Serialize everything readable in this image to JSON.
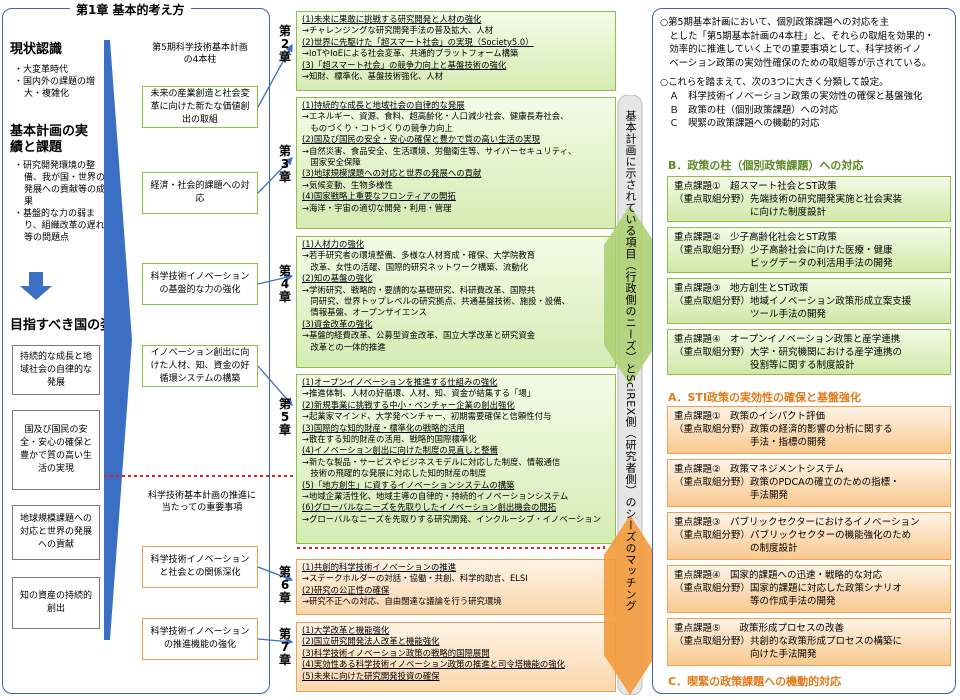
{
  "left": {
    "title": "第1章 基本的考え方",
    "genjo": {
      "heading": "現状認識",
      "items": [
        "大変革時代",
        "国内外の課題の増大・複雑化"
      ]
    },
    "kihon": {
      "heading": "基本計画の実績と課題",
      "items": [
        "研究開発環境の整備、我が国・世界の発展への貢献等の成果",
        "基盤的な力の弱まり、組織改革の遅れ等の問題点"
      ]
    },
    "goal": {
      "heading": "目指すべき国の姿",
      "boxes": [
        "持続的な成長と地域社会の自律的な発展",
        "国及び国民の安全・安心の確保と豊かで質の高い生活の実現",
        "地球規模課題への対応と世界の発展への貢献",
        "知の資産の持続的創出"
      ]
    }
  },
  "middle": {
    "header": "第5期科学技術基本計画の4本柱",
    "pillars": [
      "未来の産業創造と社会変革に向けた新たな価値創出の取組",
      "経済・社会的課題への対応",
      "科学技術イノベーションの基盤的な力の強化",
      "イノベーション創出に向けた人材、知、資金の好循環システムの構築"
    ],
    "promotion_header": "科学技術基本計画の推進に当たっての重要事項",
    "promotion": [
      "科学技術イノベーションと社会との関係深化",
      "科学技術イノベーションの推進機能の強化"
    ]
  },
  "chapters": [
    {
      "label": "第2章",
      "lines": [
        {
          "t": "(1)未来に果敢に挑戦する研究開発と人材の強化",
          "u": true
        },
        {
          "t": "→チャレンジングな研究開発手法の普及拡大、人材",
          "u": false
        },
        {
          "t": "(2)世界に先駆けた「超スマート社会」の実現（Society5.0）",
          "u": true
        },
        {
          "t": "→IoTやIoEによる社会変革、共通的プラットフォーム構築",
          "u": false
        },
        {
          "t": "(3)「超スマート社会」の競争力向上と基盤技術の強化",
          "u": true
        },
        {
          "t": "→知財、標準化、基盤技術強化、人材",
          "u": false
        }
      ]
    },
    {
      "label": "第3章",
      "lines": [
        {
          "t": "(1)持続的な成長と地域社会の自律的な発展",
          "u": true
        },
        {
          "t": "→エネルギー、資源、食料、超高齢化・人口減少社会、健康長寿社会、",
          "u": false
        },
        {
          "t": "　ものづくり・コトづくりの競争力向上",
          "u": false
        },
        {
          "t": "(2)国及び国民の安全・安心の確保と豊かで質の高い生活の実現",
          "u": true
        },
        {
          "t": "→自然災害、食品安全、生活環境、労働衛生等、サイバーセキュリティ、",
          "u": false
        },
        {
          "t": "　国家安全保障",
          "u": false
        },
        {
          "t": "(3)地球規模課題への対応と世界の発展への貢献",
          "u": true
        },
        {
          "t": "→気候変動、生物多様性",
          "u": false
        },
        {
          "t": "(4)国家戦略上重要なフロンティアの開拓",
          "u": true
        },
        {
          "t": "→海洋・宇宙の適切な開発・利用・管理",
          "u": false
        }
      ]
    },
    {
      "label": "第4章",
      "lines": [
        {
          "t": "(1)人材力の強化",
          "u": true
        },
        {
          "t": "→若手研究者の環境整備、多様な人材育成・確保、大学院教育",
          "u": false
        },
        {
          "t": "　改革、女性の活躍、国際的研究ネットワーク構築、流動化",
          "u": false
        },
        {
          "t": "(2)知の基盤の強化",
          "u": true
        },
        {
          "t": "→学術研究、戦略的・要請的な基礎研究、科研費改革、国際共",
          "u": false
        },
        {
          "t": "　同研究、世界トップレベルの研究拠点、共通基盤技術、施設・設備、",
          "u": false
        },
        {
          "t": "　情報基盤、オープンサイエンス",
          "u": false
        },
        {
          "t": "(3)資金改革の強化",
          "u": true
        },
        {
          "t": "→基盤的経費改革、公募型資金改革、国立大学改革と研究資金",
          "u": false
        },
        {
          "t": "　改革との一体的推進",
          "u": false
        }
      ]
    },
    {
      "label": "第5章",
      "lines": [
        {
          "t": "(1)オープンイノベーションを推進する仕組みの強化",
          "u": true
        },
        {
          "t": "→推進体制、人材の好循環、人材、知、資金が結集する「場」",
          "u": false
        },
        {
          "t": "(2)新規事業に挑戦する中小・ベンチャー企業の創出強化",
          "u": true
        },
        {
          "t": "→起業家マインド、大学発ベンチャー、初期需要確保と信頼性付与",
          "u": false
        },
        {
          "t": "(3)国際的な知的財産・標準化の戦略的活用",
          "u": true
        },
        {
          "t": "→散在する知的財産の活用、戦略的国際標準化",
          "u": false
        },
        {
          "t": "(4)イノベーション創出に向けた制度の見直しと整備",
          "u": true
        },
        {
          "t": "→新たな製品・サービスやビジネスモデルに対応した制度、情報通信",
          "u": false
        },
        {
          "t": "　技術の飛躍的な発展に対応した知的財産の制度",
          "u": false
        },
        {
          "t": "(5)「地方創生」に資するイノベーションシステムの構築",
          "u": true
        },
        {
          "t": "→地域企業活性化、地域主導の自律的・持続的イノベーションシステム",
          "u": false
        },
        {
          "t": "(6)グローバルなニーズを先取りしたイノベーション創出機会の開拓",
          "u": true
        },
        {
          "t": "→グローバルなニーズを先取りする研究開発、インクルーシブ・イノベーション",
          "u": false
        }
      ]
    },
    {
      "label": "第6章",
      "lines": [
        {
          "t": "(1)共創的科学技術イノベーションの推進",
          "u": true
        },
        {
          "t": "→ステークホルダーの対話・協働・共創、科学的助言、ELSI",
          "u": false
        },
        {
          "t": "(2)研究の公正性の確保",
          "u": true
        },
        {
          "t": "→研究不正への対応、自由闊達な議論を行う研究環境",
          "u": false
        }
      ]
    },
    {
      "label": "第7章",
      "lines": [
        {
          "t": "(1)大学改革と機能強化",
          "u": true
        },
        {
          "t": "(2)国立研究開発法人改革と機能強化",
          "u": true
        },
        {
          "t": "(3)科学技術イノベーション政策の戦略的国際展開",
          "u": true
        },
        {
          "t": "(4)実効性ある科学技術イノベーション政策の推進と司令塔機能の強化",
          "u": true
        },
        {
          "t": "(5)未来に向けた研究開発投資の確保",
          "u": true
        }
      ]
    }
  ],
  "vertical_text": "基本計画に示されている項目（行政側のニーズ）とSciREX側（研究者側）のシーズのマッチング",
  "right": {
    "intro": [
      "○第5期基本計画において、個別政策課題への対応を主",
      "　とした「第5期基本計画の4本柱」と、それらの取組を効果的・",
      "　効率的に推進していく上での重要事項として、科学技術イノ",
      "　ベーション政策の実効性確保のための取組等が示されている。",
      "○これらを踏まえて、次の3つに大きく分類して設定。",
      "　Ａ　科学技術イノベーション政策の実効性の確保と基盤強化",
      "　Ｂ　政策の柱（個別政策課題）への対応",
      "　Ｃ　喫緊の政策課題への機動的対応"
    ],
    "secB": "B．政策の柱（個別政策課題）への対応",
    "b_items": [
      [
        "重点課題①　超スマート社会とST政策",
        "（重点取組分野）先端技術の研究開発実施と社会実装",
        "　　　　　　　　に向けた制度設計"
      ],
      [
        "重点課題②　少子高齢化社会とST政策",
        "（重点取組分野）少子高齢社会に向けた医療・健康",
        "　　　　　　　　ビッグデータの利活用手法の開発"
      ],
      [
        "重点課題③　地方創生とST政策",
        "（重点取組分野）地域イノベーション政策形成立案支援",
        "　　　　　　　　ツール手法の開発"
      ],
      [
        "重点課題④　オープンイノベーション政策と産学連携",
        "（重点取組分野）大学・研究機関における産学連携の",
        "　　　　　　　　役割等に関する制度設計"
      ]
    ],
    "secA": "A．STI政策の実効性の確保と基盤強化",
    "a_items": [
      [
        "重点課題①　政策のインパクト評価",
        "（重点取組分野）政策の経済的影響の分析に関する",
        "　　　　　　　　手法・指標の開発"
      ],
      [
        "重点課題②　政策マネジメントシステム",
        "（重点取組分野）政策のPDCAの確立のための指標・",
        "　　　　　　　　手法開発"
      ],
      [
        "重点課題③　パブリックセクターにおけるイノベーション",
        "（重点取組分野）パブリックセクターの機能強化のため",
        "　　　　　　　　の制度設計"
      ],
      [
        "重点課題④　国家的課題への迅速・戦略的な対応",
        "（重点取組分野）国家的課題に対応した政策シナリオ",
        "　　　　　　　　等の作成手法の開発"
      ],
      [
        "重点課題⑤　　政策形成プロセスの改善",
        "（重点取組分野）共創的な政策形成プロセスの構築に",
        "　　　　　　　　向けた手法開発"
      ]
    ],
    "secC": "C．喫緊の政策課題への機動的対応"
  },
  "colors": {
    "frame": "#3a63b8",
    "green": "#8fbf4a",
    "orange": "#f0a050",
    "arrow": "#3a6fc4",
    "dotted": "#e0201a"
  }
}
